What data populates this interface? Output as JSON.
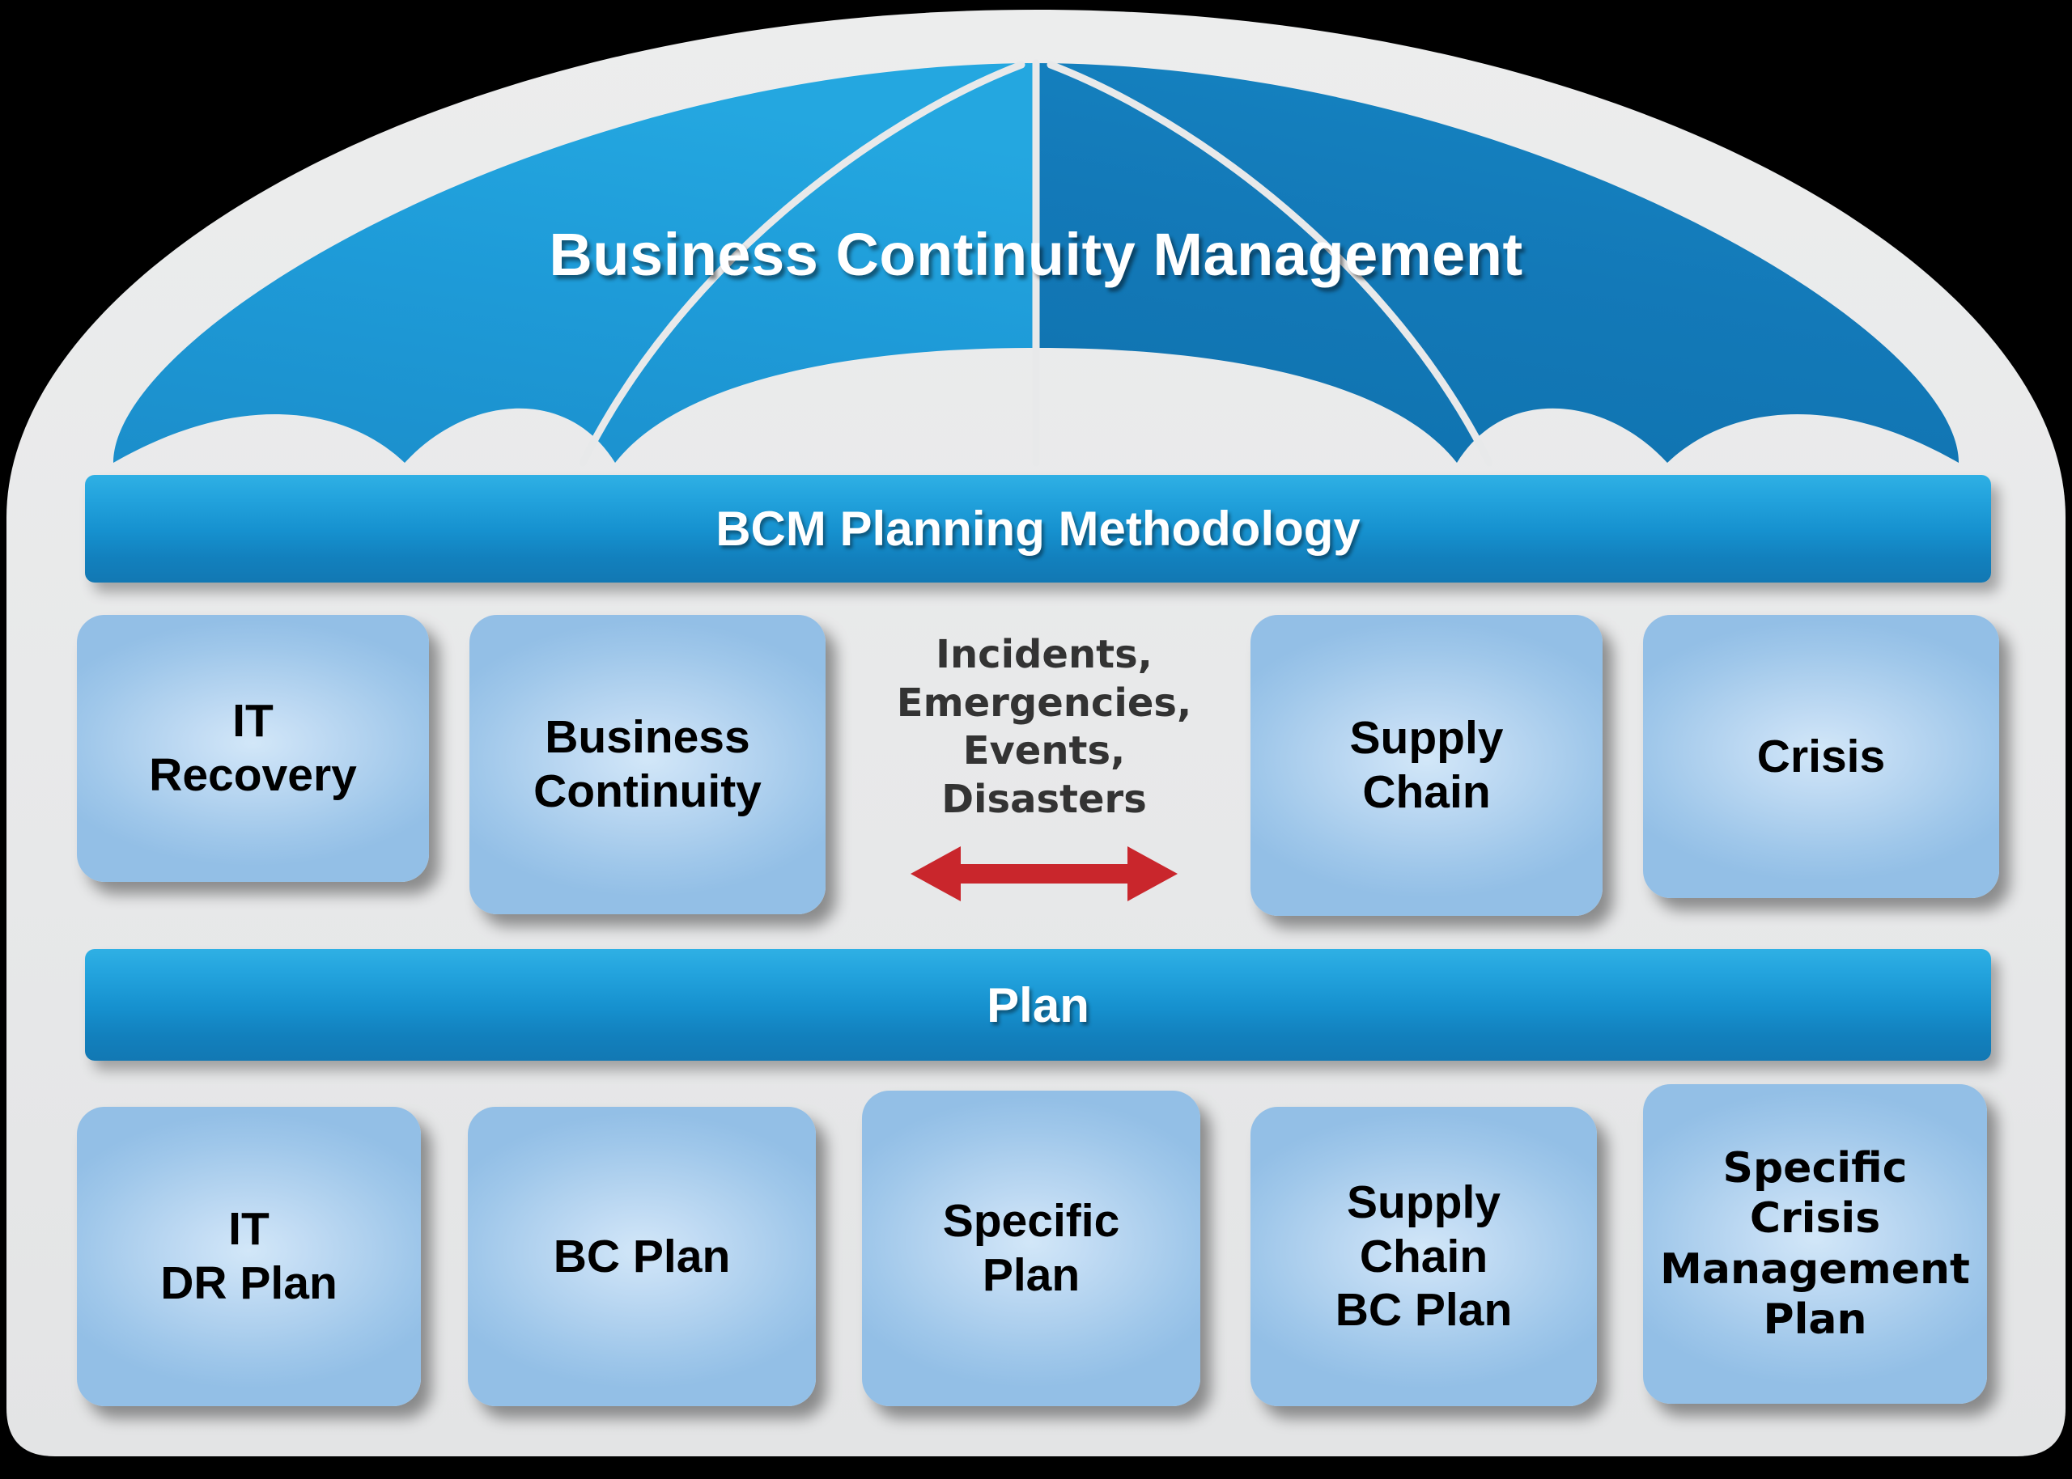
{
  "colors": {
    "background": "#000000",
    "panel": "#e8e9ea",
    "umbrella_light": "#1f9cd9",
    "umbrella_dark": "#1278b6",
    "banner_top": "#2fb0e4",
    "banner_bottom": "#1278b3",
    "card_fill": "#aed0ee",
    "arrow_red": "#c9262c",
    "middle_text": "#333333"
  },
  "umbrella": {
    "title": "Business Continuity Management"
  },
  "banners": {
    "methodology": "BCM Planning Methodology",
    "plan": "Plan"
  },
  "row_capabilities": [
    {
      "label": "IT\nRecovery"
    },
    {
      "label": "Business\nContinuity"
    },
    {
      "label": "Supply\nChain"
    },
    {
      "label": "Crisis"
    }
  ],
  "middle": {
    "text": "Incidents,\nEmergencies,\nEvents,\nDisasters",
    "arrow": "double-headed-horizontal-arrow"
  },
  "row_plans": [
    {
      "label": "IT\nDR Plan"
    },
    {
      "label": "BC Plan"
    },
    {
      "label": "Specific\nPlan"
    },
    {
      "label": "Supply\nChain\nBC Plan"
    },
    {
      "label": "Specific\nCrisis\nManagement\nPlan"
    }
  ]
}
